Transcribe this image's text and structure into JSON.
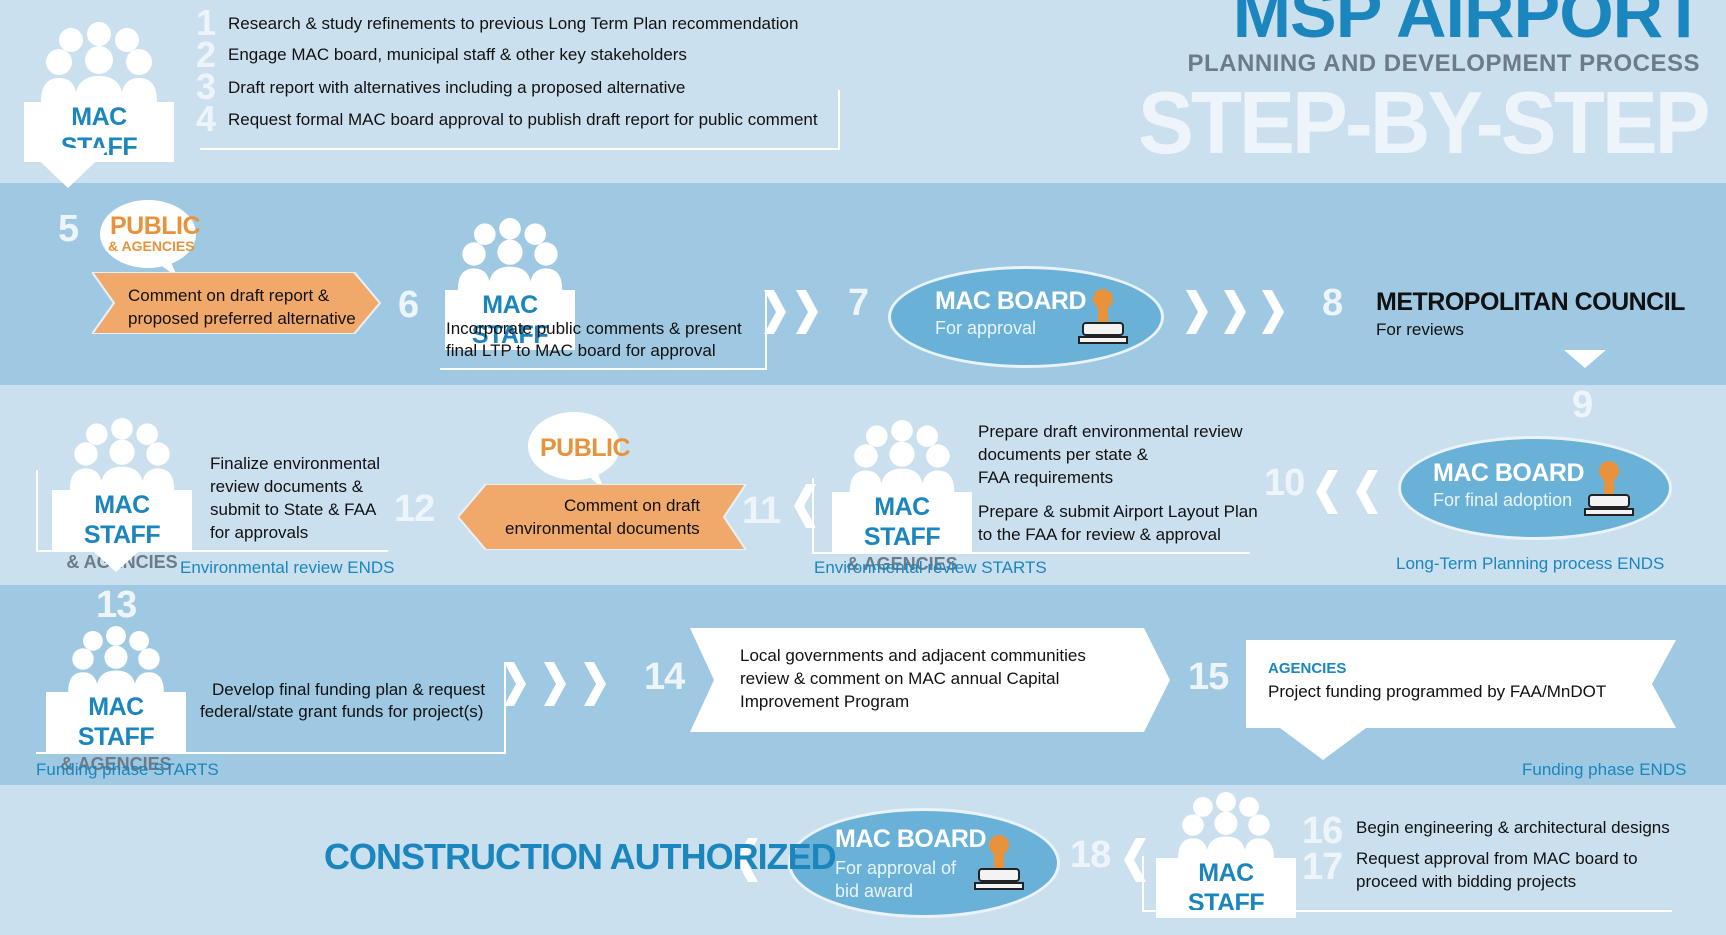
{
  "header": {
    "title_main": "MSP AIRPORT",
    "title_sub": "PLANNING AND DEVELOPMENT PROCESS",
    "title_big": "STEP-BY-STEP"
  },
  "labels": {
    "mac_staff": "MAC STAFF",
    "and_agencies": "& AGENCIES",
    "mac_board": "MAC BOARD",
    "public": "PUBLIC",
    "public_agencies": "& AGENCIES",
    "agencies": "AGENCIES"
  },
  "steps": {
    "s1": {
      "num": "1",
      "text": "Research & study refinements to previous Long Term Plan recommendation"
    },
    "s2": {
      "num": "2",
      "text": "Engage MAC board, municipal staff & other key stakeholders"
    },
    "s3": {
      "num": "3",
      "text": "Draft report with alternatives including a proposed alternative"
    },
    "s4": {
      "num": "4",
      "text": "Request formal MAC board approval to publish draft report for public comment"
    },
    "s5": {
      "num": "5",
      "line1": "Comment on draft report &",
      "line2": "proposed preferred alternative"
    },
    "s6": {
      "num": "6",
      "line1": "Incorporate public comments & present",
      "line2": "final LTP to MAC board for approval"
    },
    "s7": {
      "num": "7",
      "sub": "For approval"
    },
    "s8": {
      "num": "8",
      "title": "METROPOLITAN COUNCIL",
      "sub": "For reviews"
    },
    "s9": {
      "num": "9",
      "sub": "For final adoption",
      "caption": "Long-Term Planning process ENDS"
    },
    "s10": {
      "num": "10",
      "line1": "Prepare draft environmental review",
      "line2": "documents per state &",
      "line3": "FAA requirements",
      "line4": "Prepare & submit Airport Layout Plan",
      "line5": "to the FAA for review & approval",
      "caption": "Environmental review STARTS"
    },
    "s11": {
      "num": "11",
      "line1": "Comment on draft",
      "line2": "environmental documents"
    },
    "s12": {
      "num": "12",
      "line1": "Finalize environmental",
      "line2": "review documents &",
      "line3": "submit to State & FAA",
      "line4": "for approvals",
      "caption": "Environmental review ENDS"
    },
    "s13": {
      "num": "13",
      "line1": "Develop final funding plan & request",
      "line2": "federal/state grant funds for project(s)",
      "caption": "Funding phase STARTS"
    },
    "s14": {
      "num": "14",
      "line1": "Local governments and adjacent communities",
      "line2": "review & comment on MAC annual Capital",
      "line3": "Improvement Program"
    },
    "s15": {
      "num": "15",
      "text": "Project funding programmed by FAA/MnDOT",
      "caption": "Funding phase ENDS"
    },
    "s16": {
      "num": "16",
      "text": "Begin engineering & architectural designs"
    },
    "s17": {
      "num": "17",
      "line1": "Request approval from MAC board to",
      "line2": "proceed with bidding projects"
    },
    "s18": {
      "num": "18",
      "sub1": "For approval of",
      "sub2": "bid award"
    }
  },
  "final": "CONSTRUCTION AUTHORIZED",
  "colors": {
    "band_light": "#cbe0ee",
    "band_dark": "#9fc9e3",
    "accent_blue": "#1b86bd",
    "orange": "#f0a96a",
    "orange_text": "#e8923c",
    "ellipse": "#6ab1d8"
  },
  "icons": [
    "people-group-icon",
    "stamp-icon",
    "chevron-right-icon",
    "chevron-left-icon",
    "chevron-down-icon",
    "speech-bubble-icon"
  ]
}
